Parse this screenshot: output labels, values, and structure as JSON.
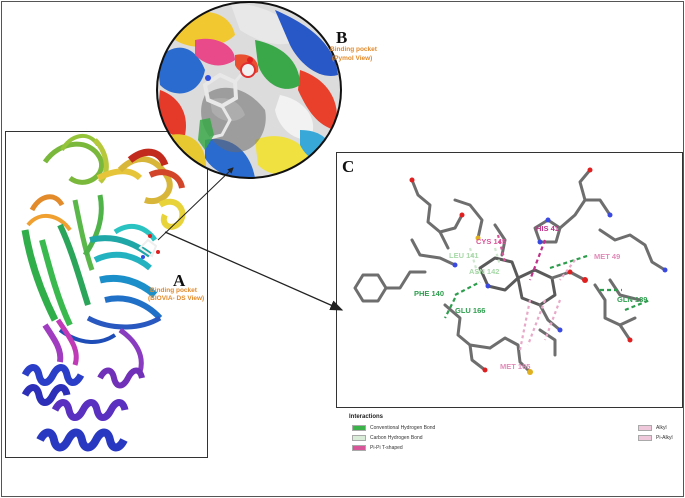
{
  "panels": {
    "a": {
      "letter": "A",
      "pocket_label_line1": "Binding pocket",
      "pocket_label_line2": "(BIOVIA- DS View)"
    },
    "b": {
      "letter": "B",
      "pocket_label_line1": "Binding pocket",
      "pocket_label_line2": "(Pymol View)"
    },
    "c": {
      "letter": "C"
    }
  },
  "residues": [
    {
      "label": "CYS 145",
      "color": "#d8559a"
    },
    {
      "label": "HIS 41",
      "color": "#c0308a"
    },
    {
      "label": "LEU 141",
      "color": "#a8d8a8"
    },
    {
      "label": "MET 49",
      "color": "#e08cb8"
    },
    {
      "label": "ASN 142",
      "color": "#a8d8a8"
    },
    {
      "label": "PHE 140",
      "color": "#2e9e4e"
    },
    {
      "label": "GLN 189",
      "color": "#2e9e4e"
    },
    {
      "label": "GLU 166",
      "color": "#2e9e4e"
    },
    {
      "label": "MET 165",
      "color": "#e08cb8"
    }
  ],
  "legend": {
    "title": "Interactions",
    "items": [
      {
        "label": "Conventional Hydrogen Bond",
        "color": "#3cb24a"
      },
      {
        "label": "Carbon Hydrogen Bond",
        "color": "#d8ecd8"
      },
      {
        "label": "Pi-Pi T-shaped",
        "color": "#d8559a"
      },
      {
        "label": "Alkyl",
        "color": "#f0c8dc"
      },
      {
        "label": "Pi-Alkyl",
        "color": "#f0c8dc"
      }
    ]
  },
  "colors": {
    "accent_orange": "#e38a2a",
    "hbond_green": "#2e9e4e",
    "pi_pink": "#c0308a",
    "alkyl_pink": "#e8a8c8"
  }
}
